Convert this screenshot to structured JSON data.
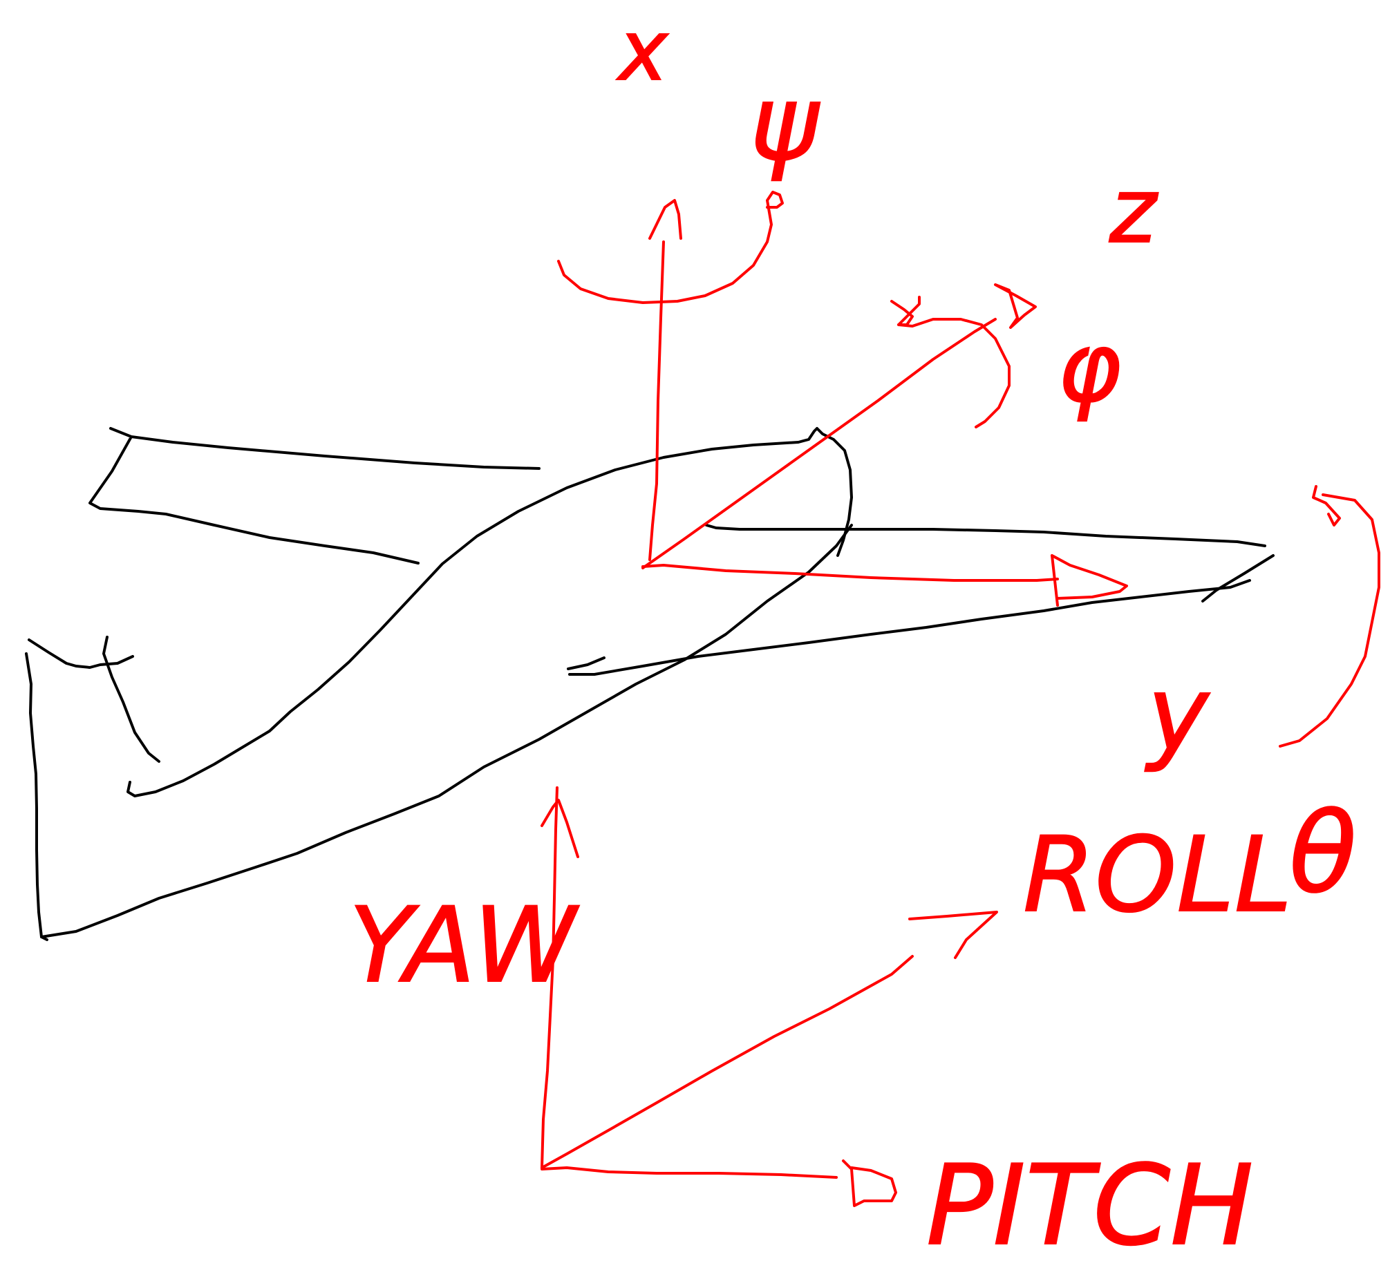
{
  "colors": {
    "ink": "#000000",
    "annotation": "#ff0000",
    "background": "#ffffff"
  },
  "axes": {
    "x": "x",
    "psi": "ψ",
    "z": "z",
    "phi": "φ",
    "y": "y",
    "theta": "θ"
  },
  "legend": {
    "roll": "ROLL",
    "yaw": "YAW",
    "pitch": "PITCH"
  }
}
